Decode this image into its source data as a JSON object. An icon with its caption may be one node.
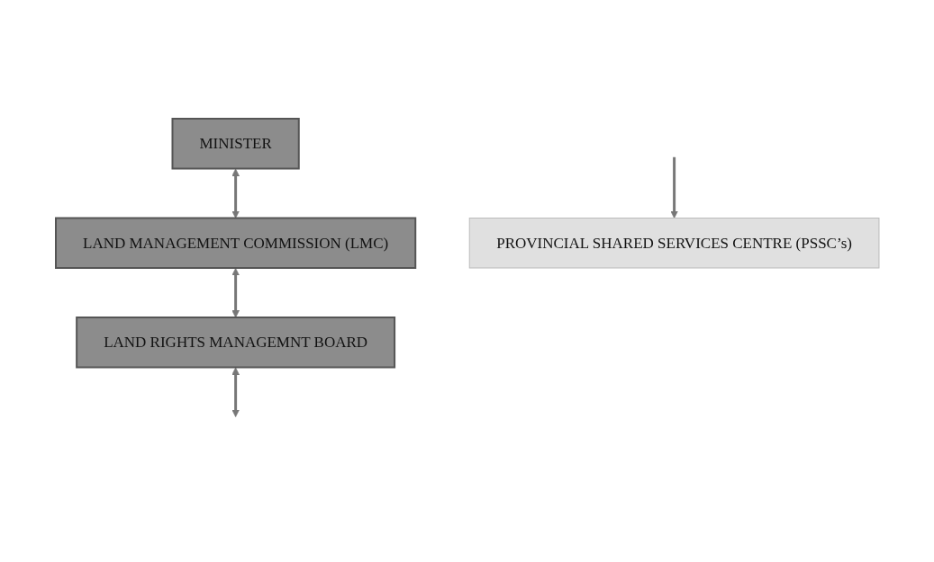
{
  "diagram": {
    "nodes": [
      {
        "text": [
          "MINISTER"
        ]
      },
      {
        "text": [
          "LAND MANAGEMENT COMMISSION (LMC)"
        ]
      },
      {
        "text": [
          "LAND RIGHTS MANAGEMNT BOARD"
        ]
      },
      {
        "text": [
          "PROVINCIAL SHARED SERVICES CENTRE (PSSC’s)"
        ]
      }
    ],
    "edges": [
      {
        "from": 0,
        "to": 1,
        "arrow": "both"
      },
      {
        "from": 1,
        "to": 2,
        "arrow": "both"
      },
      {
        "from": 2,
        "to": null,
        "arrow": "both"
      },
      {
        "from": null,
        "to": 3,
        "arrow": "to"
      }
    ]
  }
}
